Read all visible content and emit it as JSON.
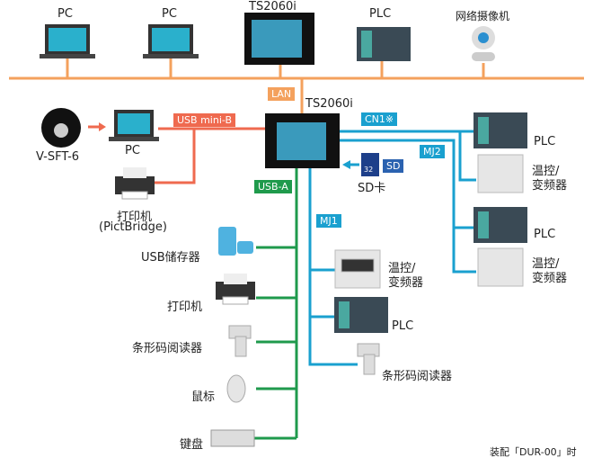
{
  "colors": {
    "lan": "#f4a15d",
    "usb_b": "#ef6a4f",
    "usb_a": "#1f9a4c",
    "serial": "#1aa0cf",
    "sd": "#2b62b0"
  },
  "top_devices": [
    "PC",
    "PC",
    "TS2060i",
    "PLC",
    "网络摄像机"
  ],
  "tags": {
    "lan": "LAN",
    "usb_mini_b": "USB mini-B",
    "usb_a": "USB-A",
    "cn1": "CN1※",
    "mj2": "MJ2",
    "mj1": "MJ1",
    "sd": "SD"
  },
  "main": "TS2060i",
  "left": {
    "software": "V-SFT-6",
    "pc": "PC",
    "printer": "打印机",
    "printer_sub": "(PictBridge)"
  },
  "sd_card": {
    "label": "SD卡",
    "capacity": "32"
  },
  "usb_devices": [
    "USB储存器",
    "打印机",
    "条形码阅读器",
    "鼠标",
    "键盘"
  ],
  "mj1_devices": [
    "温控/\n变频器",
    "PLC",
    "条形码阅读器"
  ],
  "right_devices": [
    "PLC",
    "温控/\n变频器",
    "PLC",
    "温控/\n变频器"
  ],
  "footnote": "装配「DUR-00」时"
}
